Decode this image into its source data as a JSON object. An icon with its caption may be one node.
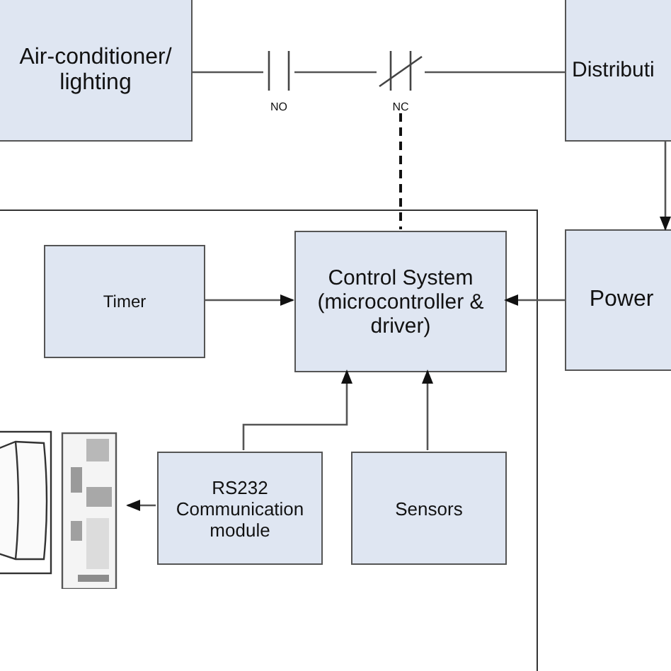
{
  "diagram": {
    "nodes": [
      {
        "text": [
          "Air-conditioner/ lighting"
        ]
      },
      {
        "text": [
          "Distributi"
        ]
      },
      {
        "text": [
          "NO"
        ]
      },
      {
        "text": [
          "NC"
        ]
      },
      {
        "text": [],
        "shape": "box"
      },
      {
        "text": [
          "Timer"
        ],
        "in": 4
      },
      {
        "text": [
          "Control System (microcontroller & driver)"
        ],
        "in": 4
      },
      {
        "text": [
          "RS232 Communication module"
        ],
        "in": 4
      },
      {
        "text": [
          "Sensors"
        ],
        "in": 4
      },
      {
        "text": [
          "Power"
        ]
      },
      {
        "text": [],
        "shape": "picture",
        "in": 4
      }
    ],
    "edges": [
      {
        "from": 0,
        "to": 2,
        "arrow": "none"
      },
      {
        "from": 2,
        "to": 3,
        "arrow": "none"
      },
      {
        "from": 3,
        "to": 1,
        "arrow": "none"
      },
      {
        "from": 3,
        "to": 6,
        "arrow": "none",
        "style": "dashed"
      },
      {
        "from": 1,
        "to": 9,
        "arrow": "to"
      },
      {
        "from": 5,
        "to": 6,
        "arrow": "to"
      },
      {
        "from": 9,
        "to": 6,
        "arrow": "to"
      },
      {
        "from": 7,
        "to": 6,
        "arrow": "to"
      },
      {
        "from": 8,
        "to": 6,
        "arrow": "to"
      },
      {
        "from": 7,
        "to": 10,
        "arrow": "to"
      }
    ]
  }
}
